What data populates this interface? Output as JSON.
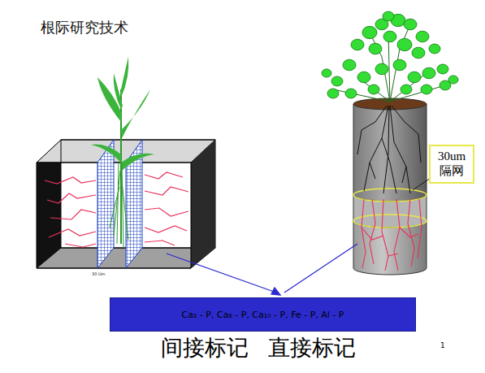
{
  "diagram": {
    "title": "根际研究技术",
    "nodes": [
      {
        "text": [
          "30um 隔网"
        ]
      },
      {
        "text": [
          "Ca₂ - P, Ca₈ - P, Ca₁₀ - P, Fe - P, Al - P"
        ]
      }
    ],
    "labels": [
      "30 Um",
      "间接标记",
      "直接标记",
      "1"
    ]
  }
}
